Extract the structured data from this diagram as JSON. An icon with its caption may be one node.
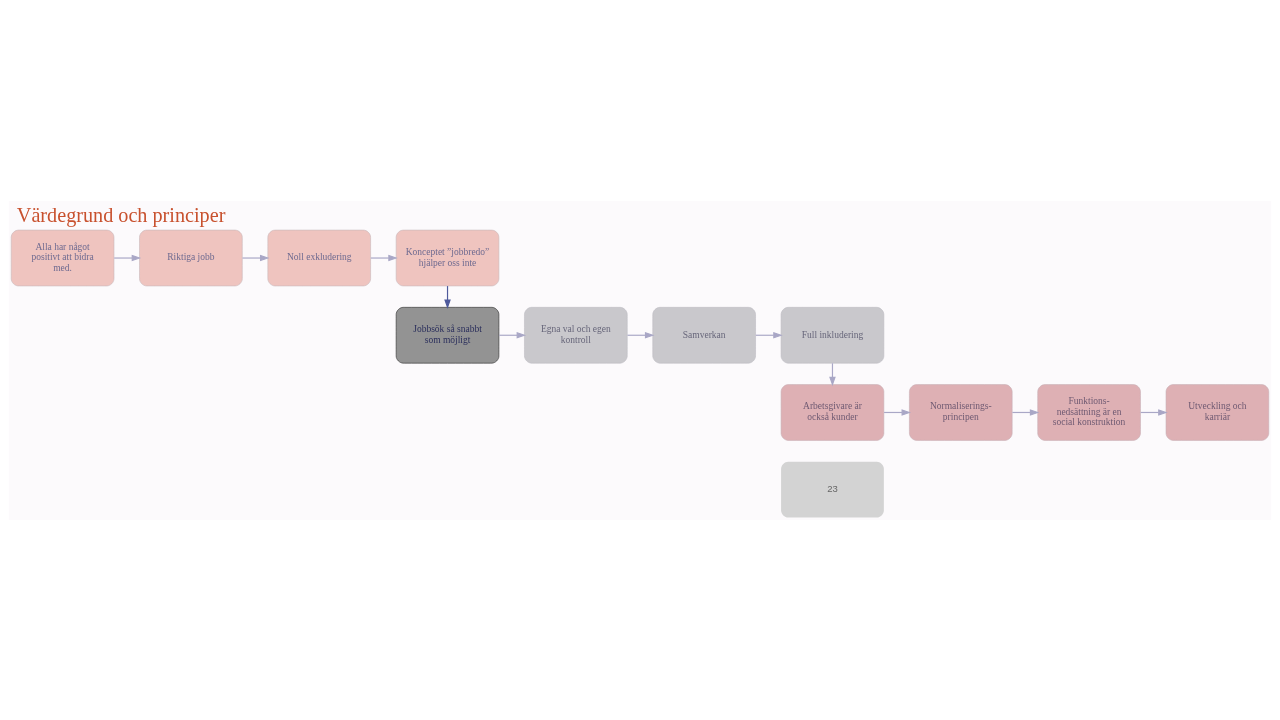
{
  "diagram": {
    "title": "Värdegrund och principer",
    "nodes": [
      {
        "text": [
          "Alla har något positivt att bidra med."
        ]
      },
      {
        "text": [
          "Riktiga jobb"
        ]
      },
      {
        "text": [
          "Noll exkludering"
        ]
      },
      {
        "text": [
          "Konceptet ”jobbredo” hjälper oss inte"
        ]
      },
      {
        "text": [
          "Jobbsök så snabbt som möjligt"
        ]
      },
      {
        "text": [
          "Egna val och egen kontroll"
        ]
      },
      {
        "text": [
          "Samverkan"
        ]
      },
      {
        "text": [
          "Full inkludering"
        ]
      },
      {
        "text": [
          "Arbetsgivare är också kunder"
        ]
      },
      {
        "text": [
          "Normaliserings- principen"
        ]
      },
      {
        "text": [
          "Funktions- nedsättning är en social konstruktion"
        ]
      },
      {
        "text": [
          "Utveckling och karriär"
        ]
      }
    ],
    "edges": [
      {
        "from": 0,
        "to": 1,
        "arrow": "to"
      },
      {
        "from": 1,
        "to": 2,
        "arrow": "to"
      },
      {
        "from": 2,
        "to": 3,
        "arrow": "to"
      },
      {
        "from": 3,
        "to": 4,
        "arrow": "to",
        "color": "#4f5a9c"
      },
      {
        "from": 4,
        "to": 5,
        "arrow": "to"
      },
      {
        "from": 5,
        "to": 6,
        "arrow": "to"
      },
      {
        "from": 6,
        "to": 7,
        "arrow": "to"
      },
      {
        "from": 7,
        "to": 8,
        "arrow": "to"
      },
      {
        "from": 8,
        "to": 9,
        "arrow": "to"
      },
      {
        "from": 9,
        "to": 10,
        "arrow": "to"
      },
      {
        "from": 10,
        "to": 11,
        "arrow": "to"
      }
    ],
    "labels": [
      "23"
    ]
  }
}
